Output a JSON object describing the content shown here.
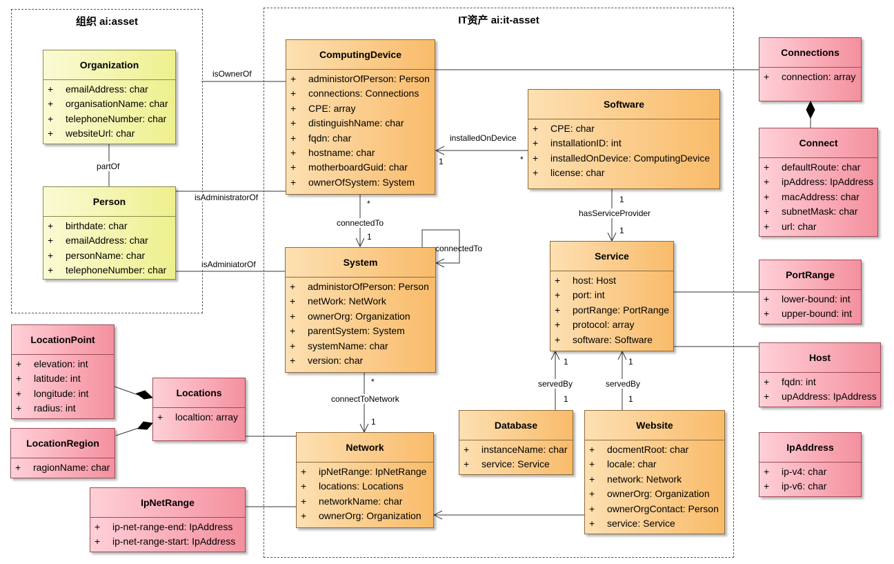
{
  "packages": {
    "org": {
      "title": "组织 ai:asset"
    },
    "it": {
      "title": "IT资产 ai:it-asset"
    }
  },
  "classes": {
    "organization": {
      "name": "Organization",
      "attrs": [
        "emailAddress: char",
        "organisationName: char",
        "telephoneNumber: char",
        "websiteUrl: char"
      ]
    },
    "person": {
      "name": "Person",
      "attrs": [
        "birthdate: char",
        "emailAddress: char",
        "personName: char",
        "telephoneNumber: char"
      ]
    },
    "computing_device": {
      "name": "ComputingDevice",
      "attrs": [
        "administorOfPerson: Person",
        "connections: Connections",
        "CPE: array",
        "distinguishName: char",
        "fqdn: char",
        "hostname: char",
        "motherboardGuid: char",
        "ownerOfSystem: System"
      ]
    },
    "software": {
      "name": "Software",
      "attrs": [
        "CPE: char",
        "installationID: int",
        "installedOnDevice: ComputingDevice",
        "license: char"
      ]
    },
    "system": {
      "name": "System",
      "attrs": [
        "administorOfPerson: Person",
        "netWork: NetWork",
        "ownerOrg: Organization",
        "parentSystem: System",
        "systemName: char",
        "version: char"
      ]
    },
    "service": {
      "name": "Service",
      "attrs": [
        "host: Host",
        "port: int",
        "portRange: PortRange",
        "protocol: array",
        "software: Software"
      ]
    },
    "network": {
      "name": "Network",
      "attrs": [
        "ipNetRange: IpNetRange",
        "locations: Locations",
        "networkName: char",
        "ownerOrg: Organization"
      ]
    },
    "database": {
      "name": "Database",
      "attrs": [
        "instanceName: char",
        "service: Service"
      ]
    },
    "website": {
      "name": "Website",
      "attrs": [
        "docmentRoot: char",
        "locale: char",
        "network: Network",
        "ownerOrg: Organization",
        "ownerOrgContact: Person",
        "service: Service"
      ]
    },
    "connections": {
      "name": "Connections",
      "attrs": [
        "connection: array"
      ]
    },
    "connect": {
      "name": "Connect",
      "attrs": [
        "defaultRoute: char",
        "ipAddress: IpAddress",
        "macAddress: char",
        "subnetMask: char",
        "url: char"
      ]
    },
    "port_range": {
      "name": "PortRange",
      "attrs": [
        "lower-bound: int",
        "upper-bound: int"
      ]
    },
    "host": {
      "name": "Host",
      "attrs": [
        "fqdn: int",
        "upAddress: IpAddress"
      ]
    },
    "ip_address": {
      "name": "IpAddress",
      "attrs": [
        "ip-v4: char",
        "ip-v6: char"
      ]
    },
    "location_point": {
      "name": "LocationPoint",
      "attrs": [
        "elevation: int",
        "latitude: int",
        "longitude: int",
        "radius: int"
      ]
    },
    "locations": {
      "name": "Locations",
      "attrs": [
        "localtion: array"
      ]
    },
    "location_region": {
      "name": "LocationRegion",
      "attrs": [
        "ragionName: char"
      ]
    },
    "ip_net_range": {
      "name": "IpNetRange",
      "attrs": [
        "ip-net-range-end: IpAddress",
        "ip-net-range-start: IpAddress"
      ]
    }
  },
  "visibility_symbol": "+",
  "edges": {
    "is_owner_of": "isOwnerOf",
    "part_of": "partOf",
    "is_administrator_of": "isAdministratorOf",
    "is_adminiator_of": "isAdminiatorOf",
    "installed_on_device": {
      "label": "installedOnDevice",
      "src_mult": "*",
      "dst_mult": "1"
    },
    "connected_to": {
      "label": "connectedTo",
      "src_mult": "*",
      "dst_mult": "1"
    },
    "self_connected_to": "connectedTo",
    "has_service_provider": {
      "label": "hasServiceProvider",
      "src_mult": "1",
      "dst_mult": "1"
    },
    "connect_to_network": {
      "label": "connectToNetwork",
      "src_mult": "*",
      "dst_mult": "1"
    },
    "served_by_db": {
      "label": "servedBy",
      "src_mult": "1",
      "dst_mult": "1"
    },
    "served_by_web": {
      "label": "servedBy",
      "src_mult": "1",
      "dst_mult": "1"
    }
  },
  "colors": {
    "orange_light": "#fde0b2",
    "orange_dark": "#f9bb6a",
    "yellow_light": "#fafad4",
    "yellow_dark": "#eef08e",
    "pink_light": "#ffd0d8",
    "pink_dark": "#f4909e",
    "line": "#333333"
  }
}
